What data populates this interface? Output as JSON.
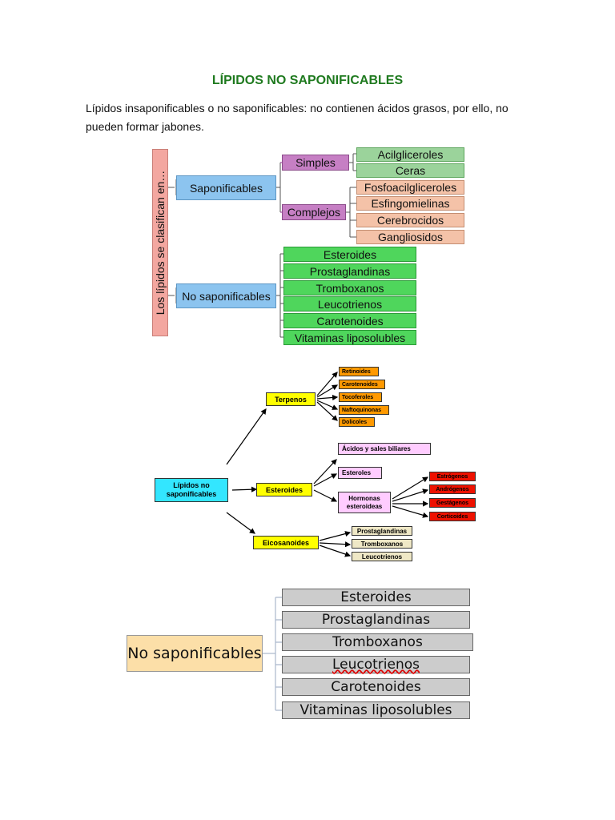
{
  "title": "LÍPIDOS NO SAPONIFICABLES",
  "intro": "Lípidos insaponificables o no saponificables: no contienen ácidos grasos, por ello, no pueden formar jabones.",
  "diagram1": {
    "root": "Los lípidos se clasifican en…",
    "saponificables": "Saponificables",
    "simples": "Simples",
    "simples_items": [
      "Acilgliceroles",
      "Ceras"
    ],
    "complejos": "Complejos",
    "complejos_items": [
      "Fosfoacilgliceroles",
      "Esfingomielinas",
      "Cerebrocidos",
      "Gangliosidos"
    ],
    "no_saponificables": "No saponificables",
    "no_saponificables_items": [
      "Esteroides",
      "Prostaglandinas",
      "Tromboxanos",
      "Leucotrienos",
      "Carotenoides",
      "Vitaminas liposolubles"
    ]
  },
  "diagram2": {
    "root_line1": "Lípidos no",
    "root_line2": "saponificables",
    "terpenos": "Terpenos",
    "terpenos_items": [
      "Retinoides",
      "Carotenoides",
      "Tocoferoles",
      "Naftoquinonas",
      "Dolicoles"
    ],
    "esteroides": "Esteroides",
    "acidos": "Ácidos y sales biliares",
    "esteroles": "Esteroles",
    "hormonas_line1": "Hormonas",
    "hormonas_line2": "esteroideas",
    "hormonas_items": [
      "Estrógenos",
      "Andrógenos",
      "Gestágenos",
      "Corticoides"
    ],
    "eicosanoides": "Eicosanoides",
    "eicosanoides_items": [
      "Prostaglandinas",
      "Tromboxanos",
      "Leucotrienos"
    ]
  },
  "diagram3": {
    "root": "No saponificables",
    "items": [
      "Esteroides",
      "Prostaglandinas",
      "Tromboxanos",
      "Leucotrienos",
      "Carotenoides",
      "Vitaminas liposolubles"
    ]
  }
}
